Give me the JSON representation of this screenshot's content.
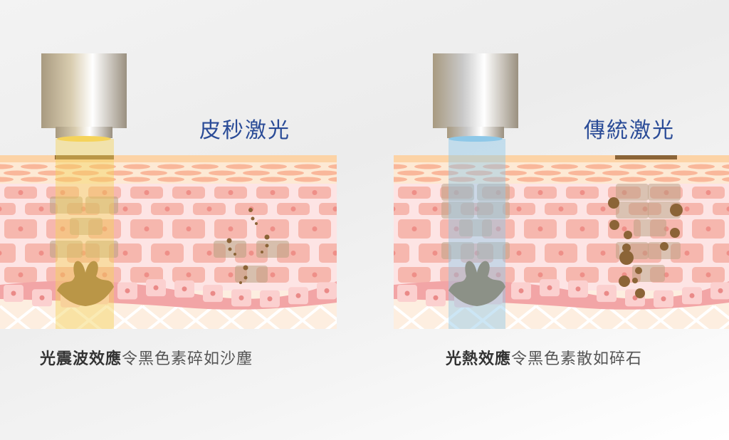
{
  "panels": [
    {
      "title": "皮秒激光",
      "caption_bold": "光震波效應",
      "caption_rest": "令黑色素碎如沙塵",
      "beam_color": "#f5d35a",
      "device_color": "#d9cdb0"
    },
    {
      "title": "傳統激光",
      "caption_bold": "光熱效應",
      "caption_rest": "令黑色素散如碎石",
      "beam_color": "#8ec8e8",
      "device_color": "#c9c9c9"
    }
  ],
  "colors": {
    "title": "#2a4b97",
    "melanin": "#8b6437",
    "cell": "#f6b7ae",
    "nucleus": "#ee8f88"
  }
}
